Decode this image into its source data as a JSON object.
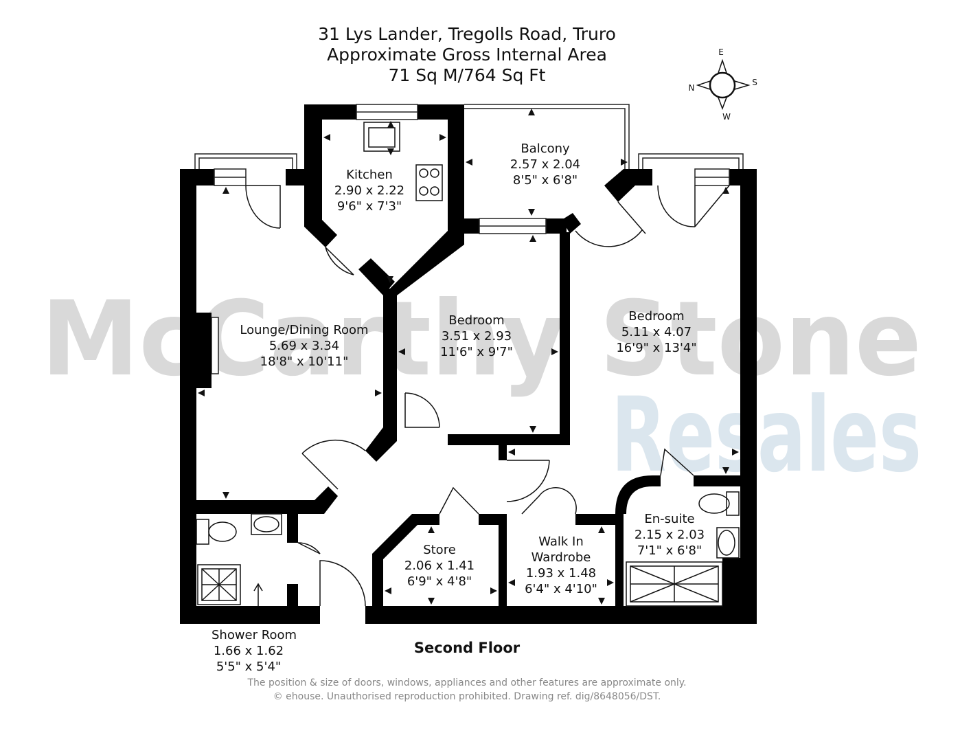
{
  "title": {
    "line1": "31 Lys Lander, Tregolls Road, Truro",
    "line2": "Approximate Gross Internal Area",
    "line3": "71 Sq M/764 Sq Ft"
  },
  "watermark": {
    "line1": "McCarthy Stone",
    "line2": "Resales",
    "color1": "#d9d9d9",
    "color2": "#dbe6ee"
  },
  "compass": {
    "e": "E",
    "n": "N",
    "s": "S",
    "w": "W"
  },
  "rooms": {
    "kitchen": {
      "name": "Kitchen",
      "metric": "2.90 x 2.22",
      "imperial": "9'6\" x 7'3\""
    },
    "balcony": {
      "name": "Balcony",
      "metric": "2.57 x 2.04",
      "imperial": "8'5\" x 6'8\""
    },
    "lounge": {
      "name": "Lounge/Dining Room",
      "metric": "5.69 x 3.34",
      "imperial": "18'8\" x 10'11\""
    },
    "bedroom1": {
      "name": "Bedroom",
      "metric": "3.51 x 2.93",
      "imperial": "11'6\" x 9'7\""
    },
    "bedroom2": {
      "name": "Bedroom",
      "metric": "5.11 x 4.07",
      "imperial": "16'9\" x 13'4\""
    },
    "ensuite": {
      "name": "En-suite",
      "metric": "2.15 x 2.03",
      "imperial": "7'1\" x 6'8\""
    },
    "store": {
      "name": "Store",
      "metric": "2.06 x 1.41",
      "imperial": "6'9\" x 4'8\""
    },
    "wardrobe": {
      "name1": "Walk In",
      "name2": "Wardrobe",
      "metric": "1.93 x 1.48",
      "imperial": "6'4\" x 4'10\""
    },
    "shower": {
      "name": "Shower Room",
      "metric": "1.66 x 1.62",
      "imperial": "5'5\" x 5'4\""
    }
  },
  "floor_label": "Second Floor",
  "footer": {
    "line1": "The position & size of doors, windows, appliances and other features are approximate only.",
    "line2": "© ehouse. Unauthorised reproduction prohibited. Drawing ref. dig/8648056/DST."
  }
}
